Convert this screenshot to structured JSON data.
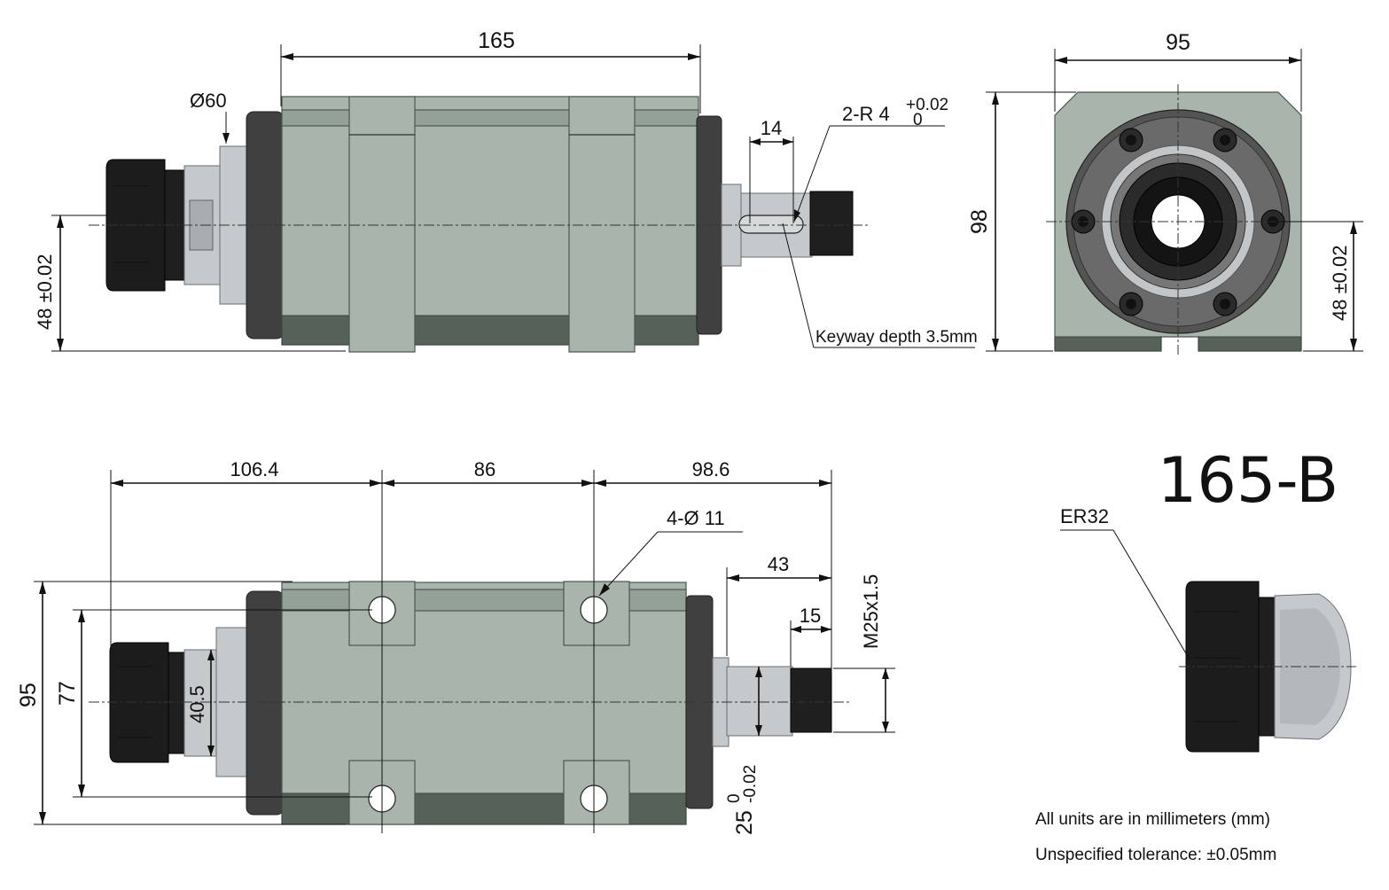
{
  "model": "165-B",
  "collet_label": "ER32",
  "notes": {
    "units": "All units are in millimeters (mm)",
    "tolerance": "Unspecified tolerance: ±0.05mm"
  },
  "side_view": {
    "length": "165",
    "flange_dia": "Ø60",
    "key_offset": "14",
    "keyway_radius": "2-R 4",
    "keyway_tol_upper": "+0.02",
    "keyway_tol_lower": "0",
    "keyway_depth": "Keyway depth 3.5mm",
    "center_height": "48 ±0.02"
  },
  "end_view": {
    "width": "95",
    "height": "98",
    "center_height": "48 ±0.02"
  },
  "top_view": {
    "dim_left": "106.4",
    "dim_mid": "86",
    "dim_right": "98.6",
    "holes": "4-Ø 11",
    "shaft_length": "43",
    "thread_length": "15",
    "thread": "M25x1.5",
    "width": "95",
    "hole_spacing": "77",
    "neck_dia": "40.5",
    "shaft_dia": "25",
    "shaft_tol_upper": "0",
    "shaft_tol_lower": "-0.02"
  }
}
